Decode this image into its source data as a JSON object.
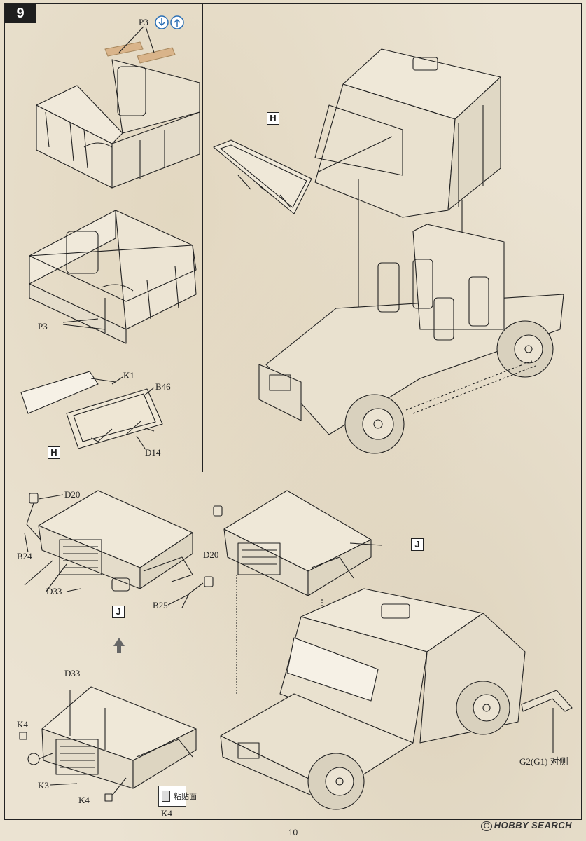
{
  "step": {
    "number": "9"
  },
  "labels": {
    "p3_top": "P3",
    "h_right": "H",
    "p3_mid": "P3",
    "k1": "K1",
    "b46": "B46",
    "h_left": "H",
    "d14": "D14",
    "d20_a": "D20",
    "b24": "B24",
    "d33_a": "D33",
    "b25": "B25",
    "d20_b": "D20",
    "j_left": "J",
    "j_right": "J",
    "d33_b": "D33",
    "k4_a": "K4",
    "k3": "K3",
    "k4_b": "K4",
    "sticky": "粘贴面",
    "k4_c": "K4",
    "g2": "G2(G1) 对侧"
  },
  "page_number": "10",
  "watermark": {
    "circle": "C",
    "brand": "HOBBY SEARCH"
  },
  "icons": [
    "bend-down-icon",
    "bend-up-icon",
    "arrow-up-icon"
  ],
  "colors": {
    "ink": "#222222",
    "tape": "#d9b48a",
    "accent": "#2a6fb5"
  }
}
